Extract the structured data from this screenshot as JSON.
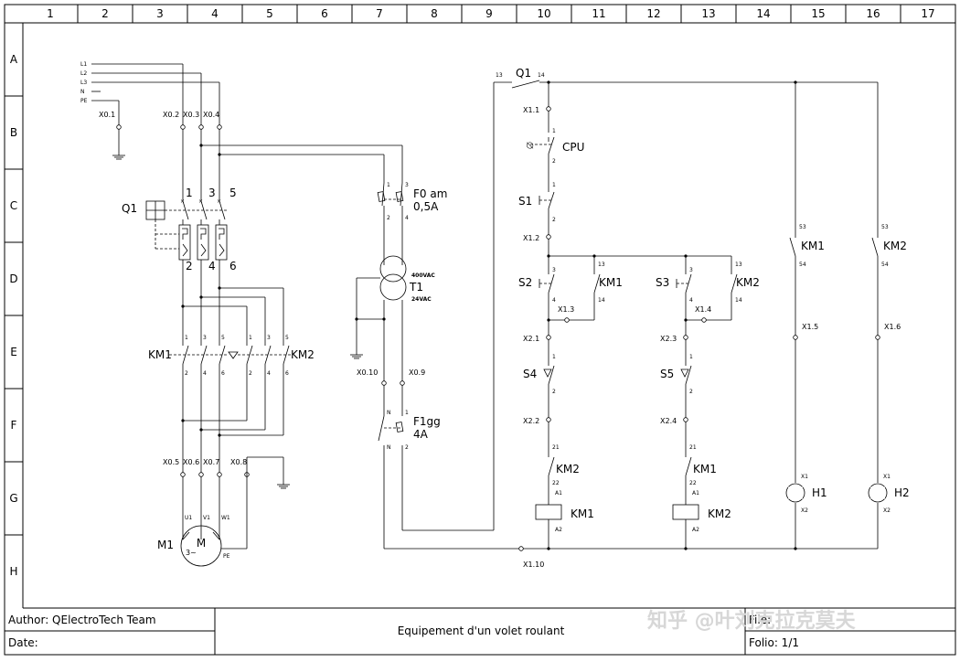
{
  "frame": {
    "columns": [
      "1",
      "2",
      "3",
      "4",
      "5",
      "6",
      "7",
      "8",
      "9",
      "10",
      "11",
      "12",
      "13",
      "14",
      "15",
      "16",
      "17"
    ],
    "rows": [
      "A",
      "B",
      "C",
      "D",
      "E",
      "F",
      "G",
      "H"
    ]
  },
  "title_block": {
    "author": "Author: QElectroTech Team",
    "date": "Date:",
    "title": "Equipement d'un volet roulant",
    "file_label": "File:",
    "folio": "Folio: 1/1"
  },
  "watermark": "知乎 @叶刘克拉克莫夫",
  "power": {
    "lines": [
      "L1",
      "L2",
      "L3",
      "N",
      "PE"
    ],
    "terminals": [
      "X0.1",
      "X0.2",
      "X0.3",
      "X0.4",
      "X0.5",
      "X0.6",
      "X0.7",
      "X0.8",
      "X0.9",
      "X0.10"
    ],
    "q1": {
      "name": "Q1",
      "top": [
        "1",
        "3",
        "5"
      ],
      "bottom": [
        "2",
        "4",
        "6"
      ]
    },
    "km1": {
      "name": "KM1",
      "top": [
        "1",
        "3",
        "5"
      ],
      "bottom": [
        "2",
        "4",
        "6"
      ]
    },
    "km2": {
      "name": "KM2",
      "top": [
        "1",
        "3",
        "5"
      ],
      "bottom": [
        "2",
        "4",
        "6"
      ]
    },
    "motor": {
      "name": "M1",
      "symbol": "M",
      "phase": "3~",
      "terms": [
        "U1",
        "V1",
        "W1",
        "PE"
      ]
    },
    "f0": {
      "name": "F0 am",
      "rating": "0,5A",
      "pins": [
        "1",
        "3",
        "2",
        "4"
      ]
    },
    "t1": {
      "name": "T1",
      "primary": "400VAC",
      "secondary": "24VAC"
    },
    "f1": {
      "name": "F1gg",
      "rating": "4A",
      "pins": [
        "N",
        "1",
        "N",
        "2"
      ]
    }
  },
  "control": {
    "q1": {
      "name": "Q1",
      "a": "13",
      "b": "14"
    },
    "cpu": {
      "name": "CPU",
      "a": "1",
      "b": "2"
    },
    "s1": {
      "name": "S1",
      "a": "1",
      "b": "2"
    },
    "s2": {
      "name": "S2",
      "a": "3",
      "b": "4"
    },
    "s3": {
      "name": "S3",
      "a": "3",
      "b": "4"
    },
    "s4": {
      "name": "S4",
      "a": "1",
      "b": "2"
    },
    "s5": {
      "name": "S5",
      "a": "1",
      "b": "2"
    },
    "km1_hold": {
      "name": "KM1",
      "a": "13",
      "b": "14"
    },
    "km2_hold": {
      "name": "KM2",
      "a": "13",
      "b": "14"
    },
    "km2_int": {
      "name": "KM2",
      "a": "21",
      "b": "22"
    },
    "km1_int": {
      "name": "KM1",
      "a": "21",
      "b": "22"
    },
    "coil1": {
      "name": "KM1",
      "a": "A1",
      "b": "A2"
    },
    "coil2": {
      "name": "KM2",
      "a": "A1",
      "b": "A2"
    },
    "km1_sig": {
      "name": "KM1",
      "a": "53",
      "b": "54"
    },
    "km2_sig": {
      "name": "KM2",
      "a": "53",
      "b": "54"
    },
    "h1": {
      "name": "H1",
      "a": "X1",
      "b": "X2"
    },
    "h2": {
      "name": "H2",
      "a": "X1",
      "b": "X2"
    },
    "terminals": [
      "X1.1",
      "X1.2",
      "X1.3",
      "X1.4",
      "X2.1",
      "X2.3",
      "X2.2",
      "X2.4",
      "X1.5",
      "X1.6",
      "X1.10"
    ]
  }
}
